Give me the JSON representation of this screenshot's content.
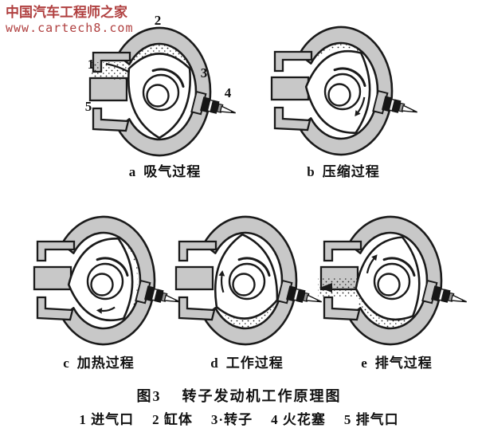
{
  "watermark": {
    "site_name": "中国汽车工程师之家",
    "site_url": "www.cartech8.com"
  },
  "panels": [
    {
      "id": "a",
      "letter": "a",
      "title": "吸气过程"
    },
    {
      "id": "b",
      "letter": "b",
      "title": "压缩过程"
    },
    {
      "id": "c",
      "letter": "c",
      "title": "加热过程"
    },
    {
      "id": "d",
      "letter": "d",
      "title": "工作过程"
    },
    {
      "id": "e",
      "letter": "e",
      "title": "排气过程"
    }
  ],
  "part_labels": {
    "intake_port": "1",
    "cylinder_body": "2",
    "rotor": "3",
    "spark_plug": "4",
    "exhaust_port": "5"
  },
  "caption": {
    "figure_no": "图3",
    "title": "转子发动机工作原理图"
  },
  "legend": [
    "1 进气口",
    "2 缸体",
    "3·转子",
    "4 火花塞",
    "5 排气口"
  ],
  "colors": {
    "housing": "#c8c8c8",
    "outline": "#1a1a1a",
    "watermark_red": "#b04040",
    "background": "#ffffff"
  }
}
